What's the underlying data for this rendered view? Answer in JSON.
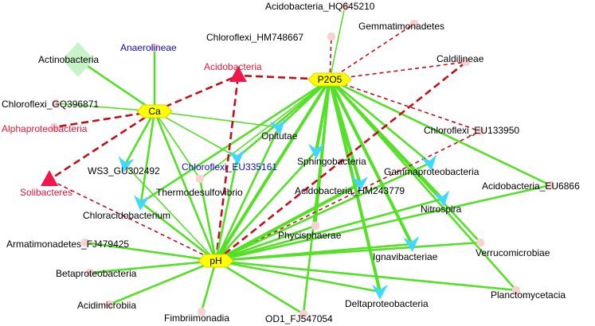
{
  "colors": {
    "positive_edge": "#55e028",
    "negative_edge": "#c0101a",
    "hub_fill": "#ffff00",
    "hub_stroke": "#d8d000",
    "arrow": "#40d8ff",
    "triangle": "#f0184a",
    "diamond": "#c8f2c8",
    "dot": "#f8d2d2",
    "label_default": "#000000",
    "label_red": "#e8183a",
    "label_blue": "#1010c0"
  },
  "hubs": [
    {
      "id": "p2o5",
      "label": "P2O5"
    },
    {
      "id": "ca",
      "label": "Ca"
    },
    {
      "id": "ph",
      "label": "pH"
    }
  ],
  "taxa": [
    {
      "id": "acidobacteria_hq645210",
      "label": "Acidobacteria_HQ645210",
      "shape": "dot",
      "color": "default"
    },
    {
      "id": "gemmatimonadetes",
      "label": "Gemmatimonadetes",
      "shape": "dot",
      "color": "default"
    },
    {
      "id": "chloroflexi_hm748667",
      "label": "Chloroflexi_HM748667",
      "shape": "dot",
      "color": "default"
    },
    {
      "id": "caldilineae",
      "label": "Caldilineae",
      "shape": "dot",
      "color": "default"
    },
    {
      "id": "anaerolineae",
      "label": "Anaerolineae",
      "shape": "dot",
      "color": "blue"
    },
    {
      "id": "actinobacteria",
      "label": "Actinobacteria",
      "shape": "diamond",
      "color": "default"
    },
    {
      "id": "acidobacteria",
      "label": "Acidobacteria",
      "shape": "triangle",
      "color": "red"
    },
    {
      "id": "chloroflexi_gq396871",
      "label": "Chloroflexi_GQ396871",
      "shape": "dot",
      "color": "default"
    },
    {
      "id": "alphaproteobacteria",
      "label": "Alphaproteobacteria",
      "shape": "dot",
      "color": "red"
    },
    {
      "id": "opitutae",
      "label": "Opitutae",
      "shape": "arrow",
      "color": "default"
    },
    {
      "id": "chloroflexi_eu133950",
      "label": "Chloroflexi_EU133950",
      "shape": "dot",
      "color": "default"
    },
    {
      "id": "solibacteres",
      "label": "Solibacteres",
      "shape": "triangle",
      "color": "red"
    },
    {
      "id": "wS3_gu302492",
      "label": "WS3_GU302492",
      "shape": "arrow",
      "color": "default"
    },
    {
      "id": "chloroflexi_eu335161",
      "label": "Chloroflexi_EU335161",
      "shape": "arrow",
      "color": "blue"
    },
    {
      "id": "sphingobacteria",
      "label": "Sphingobacteria",
      "shape": "arrow",
      "color": "default"
    },
    {
      "id": "gammaproteobacteria",
      "label": "Gammaproteobacteria",
      "shape": "arrow",
      "color": "default"
    },
    {
      "id": "thermodesulfovibrio",
      "label": "Thermodesulfovibrio",
      "shape": "dot",
      "color": "default"
    },
    {
      "id": "acidobacteria_hm243779",
      "label": "Acidobacteria_HM243779",
      "shape": "arrow",
      "color": "default"
    },
    {
      "id": "acidobacteria_eu6866",
      "label": "Acidobacteria_EU6866",
      "shape": "dot",
      "color": "default"
    },
    {
      "id": "chloracidobacterium",
      "label": "Chloracidobacterium",
      "shape": "arrow",
      "color": "default"
    },
    {
      "id": "nitrospira",
      "label": "Nitrospira",
      "shape": "arrow",
      "color": "default"
    },
    {
      "id": "phycisphaerae",
      "label": "Phycisphaerae",
      "shape": "dot",
      "color": "default"
    },
    {
      "id": "armatimonadetes_fj479425",
      "label": "Armatimonadetes_FJ479425",
      "shape": "dot",
      "color": "default"
    },
    {
      "id": "ignavibacteriae",
      "label": "Ignavibacteriae",
      "shape": "arrow",
      "color": "default"
    },
    {
      "id": "verrucomicrobiae",
      "label": "Verrucomicrobiae",
      "shape": "dot",
      "color": "default"
    },
    {
      "id": "betaproteobacteria",
      "label": "Betaproteobacteria",
      "shape": "dot",
      "color": "default"
    },
    {
      "id": "planctomycetacia",
      "label": "Planctomycetacia",
      "shape": "dot",
      "color": "default"
    },
    {
      "id": "acidimicrobiia",
      "label": "Acidimicrobiia",
      "shape": "dot",
      "color": "default"
    },
    {
      "id": "deltaproteobacteria",
      "label": "Deltaproteobacteria",
      "shape": "arrow",
      "color": "default"
    },
    {
      "id": "fimbriimonadia",
      "label": "Fimbriimonadia",
      "shape": "dot",
      "color": "default"
    },
    {
      "id": "od1_fj547054",
      "label": "OD1_FJ547054",
      "shape": "dot",
      "color": "default"
    }
  ],
  "edges": [
    {
      "from": "p2o5",
      "to": "acidobacteria_hq645210",
      "sign": "positive",
      "weight": 1
    },
    {
      "from": "p2o5",
      "to": "gemmatimonadetes",
      "sign": "negative",
      "weight": 1
    },
    {
      "from": "p2o5",
      "to": "chloroflexi_hm748667",
      "sign": "negative",
      "weight": 1
    },
    {
      "from": "p2o5",
      "to": "caldilineae",
      "sign": "negative",
      "weight": 1
    },
    {
      "from": "p2o5",
      "to": "acidobacteria",
      "sign": "negative",
      "weight": 2
    },
    {
      "from": "p2o5",
      "to": "opitutae",
      "sign": "positive",
      "weight": 2
    },
    {
      "from": "p2o5",
      "to": "chloroflexi_eu133950",
      "sign": "negative",
      "weight": 1
    },
    {
      "from": "p2o5",
      "to": "chloroflexi_eu335161",
      "sign": "positive",
      "weight": 2
    },
    {
      "from": "p2o5",
      "to": "sphingobacteria",
      "sign": "positive",
      "weight": 3
    },
    {
      "from": "p2o5",
      "to": "gammaproteobacteria",
      "sign": "positive",
      "weight": 2
    },
    {
      "from": "p2o5",
      "to": "acidobacteria_hm243779",
      "sign": "positive",
      "weight": 3
    },
    {
      "from": "p2o5",
      "to": "acidobacteria_eu6866",
      "sign": "positive",
      "weight": 2
    },
    {
      "from": "p2o5",
      "to": "nitrospira",
      "sign": "positive",
      "weight": 2
    },
    {
      "from": "p2o5",
      "to": "phycisphaerae",
      "sign": "positive",
      "weight": 2
    },
    {
      "from": "p2o5",
      "to": "ignavibacteriae",
      "sign": "positive",
      "weight": 3
    },
    {
      "from": "p2o5",
      "to": "verrucomicrobiae",
      "sign": "positive",
      "weight": 2
    },
    {
      "from": "p2o5",
      "to": "planctomycetacia",
      "sign": "positive",
      "weight": 2
    },
    {
      "from": "p2o5",
      "to": "deltaproteobacteria",
      "sign": "positive",
      "weight": 3
    },
    {
      "from": "p2o5",
      "to": "od1_fj547054",
      "sign": "positive",
      "weight": 2
    },
    {
      "from": "p2o5",
      "to": "chloracidobacterium",
      "sign": "positive",
      "weight": 2
    },
    {
      "from": "p2o5",
      "to": "thermodesulfovibrio",
      "sign": "positive",
      "weight": 1
    },
    {
      "from": "p2o5",
      "to": "ph",
      "sign": "positive",
      "weight": 3
    },
    {
      "from": "ca",
      "to": "anaerolineae",
      "sign": "positive",
      "weight": 2
    },
    {
      "from": "ca",
      "to": "actinobacteria",
      "sign": "positive",
      "weight": 2
    },
    {
      "from": "ca",
      "to": "chloroflexi_gq396871",
      "sign": "positive",
      "weight": 1
    },
    {
      "from": "ca",
      "to": "acidobacteria",
      "sign": "negative",
      "weight": 2
    },
    {
      "from": "ca",
      "to": "alphaproteobacteria",
      "sign": "negative",
      "weight": 2
    },
    {
      "from": "ca",
      "to": "solibacteres",
      "sign": "negative",
      "weight": 2
    },
    {
      "from": "ca",
      "to": "opitutae",
      "sign": "positive",
      "weight": 1
    },
    {
      "from": "ca",
      "to": "wS3_gu302492",
      "sign": "positive",
      "weight": 2
    },
    {
      "from": "ca",
      "to": "chloracidobacterium",
      "sign": "positive",
      "weight": 2
    },
    {
      "from": "ca",
      "to": "thermodesulfovibrio",
      "sign": "positive",
      "weight": 1
    },
    {
      "from": "ca",
      "to": "chloroflexi_eu335161",
      "sign": "positive",
      "weight": 1
    },
    {
      "from": "ca",
      "to": "ph",
      "sign": "positive",
      "weight": 2
    },
    {
      "from": "ph",
      "to": "acidobacteria",
      "sign": "negative",
      "weight": 2
    },
    {
      "from": "ph",
      "to": "caldilineae",
      "sign": "negative",
      "weight": 2
    },
    {
      "from": "ph",
      "to": "chloroflexi_eu133950",
      "sign": "negative",
      "weight": 1
    },
    {
      "from": "ph",
      "to": "solibacteres",
      "sign": "negative",
      "weight": 1
    },
    {
      "from": "ph",
      "to": "opitutae",
      "sign": "positive",
      "weight": 2
    },
    {
      "from": "ph",
      "to": "wS3_gu302492",
      "sign": "positive",
      "weight": 1
    },
    {
      "from": "ph",
      "to": "chloroflexi_eu335161",
      "sign": "positive",
      "weight": 2
    },
    {
      "from": "ph",
      "to": "sphingobacteria",
      "sign": "positive",
      "weight": 2
    },
    {
      "from": "ph",
      "to": "gammaproteobacteria",
      "sign": "positive",
      "weight": 2
    },
    {
      "from": "ph",
      "to": "acidobacteria_hm243779",
      "sign": "positive",
      "weight": 3
    },
    {
      "from": "ph",
      "to": "acidobacteria_eu6866",
      "sign": "positive",
      "weight": 2
    },
    {
      "from": "ph",
      "to": "chloracidobacterium",
      "sign": "positive",
      "weight": 2
    },
    {
      "from": "ph",
      "to": "nitrospira",
      "sign": "positive",
      "weight": 2
    },
    {
      "from": "ph",
      "to": "phycisphaerae",
      "sign": "positive",
      "weight": 2
    },
    {
      "from": "ph",
      "to": "armatimonadetes_fj479425",
      "sign": "positive",
      "weight": 2
    },
    {
      "from": "ph",
      "to": "ignavibacteriae",
      "sign": "positive",
      "weight": 2
    },
    {
      "from": "ph",
      "to": "verrucomicrobiae",
      "sign": "positive",
      "weight": 2
    },
    {
      "from": "ph",
      "to": "betaproteobacteria",
      "sign": "positive",
      "weight": 2
    },
    {
      "from": "ph",
      "to": "planctomycetacia",
      "sign": "positive",
      "weight": 2
    },
    {
      "from": "ph",
      "to": "acidimicrobiia",
      "sign": "positive",
      "weight": 2
    },
    {
      "from": "ph",
      "to": "deltaproteobacteria",
      "sign": "positive",
      "weight": 2
    },
    {
      "from": "ph",
      "to": "fimbriimonadia",
      "sign": "positive",
      "weight": 2
    },
    {
      "from": "ph",
      "to": "od1_fj547054",
      "sign": "positive",
      "weight": 2
    },
    {
      "from": "ph",
      "to": "thermodesulfovibrio",
      "sign": "positive",
      "weight": 2
    }
  ]
}
